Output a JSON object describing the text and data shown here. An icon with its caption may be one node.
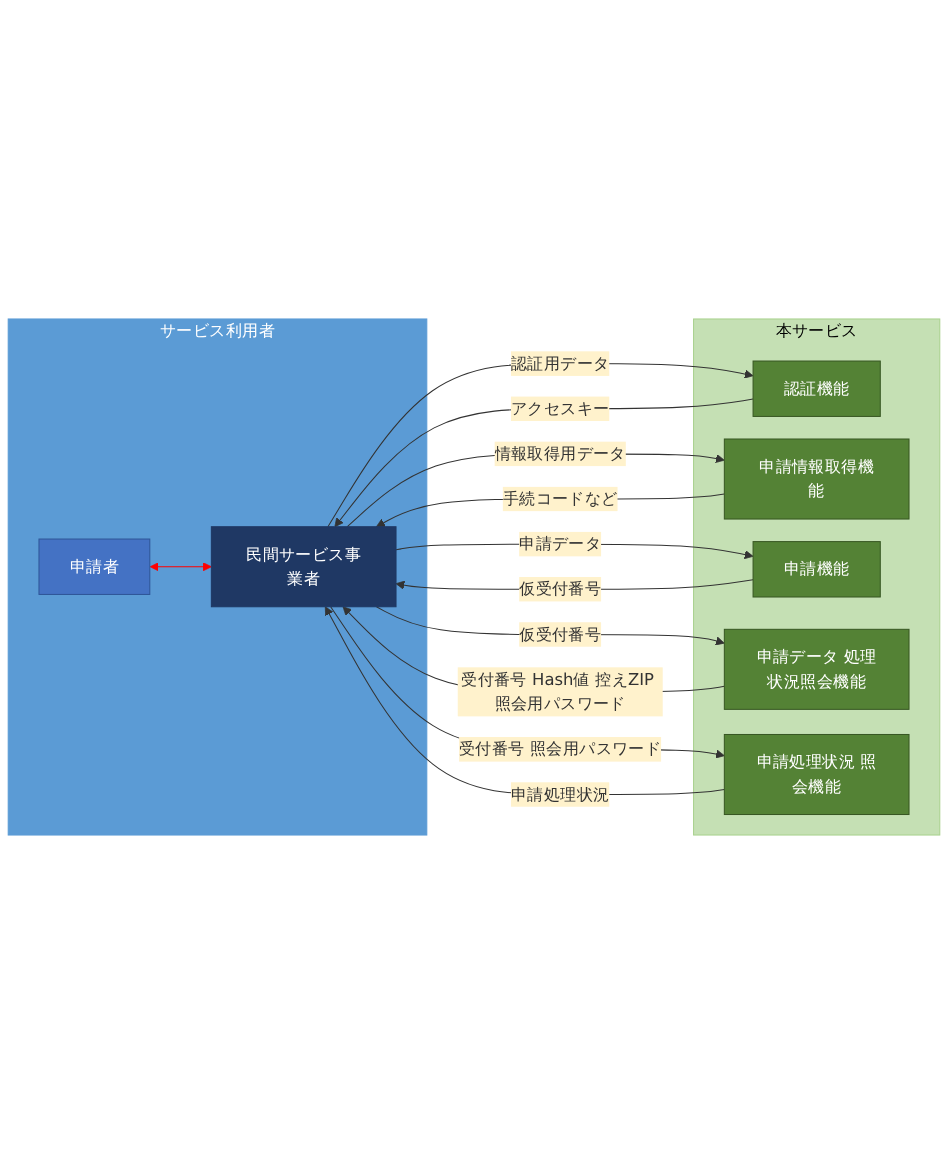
{
  "diagram": {
    "nodes": [
      {
        "text": [
          "サービス利用者"
        ]
      },
      {
        "text": [
          "申請者"
        ],
        "in": 0
      },
      {
        "text": [
          "民間サービス事業者"
        ],
        "in": 0
      },
      {
        "text": [
          "本サービス"
        ]
      },
      {
        "text": [
          "認証機能"
        ],
        "in": 3
      },
      {
        "text": [
          "申請情報取得機能"
        ],
        "in": 3
      },
      {
        "text": [
          "申請機能"
        ],
        "in": 3
      },
      {
        "text": [
          "申請データ 処理状況照会機能"
        ],
        "in": 3
      },
      {
        "text": [
          "申請処理状況 照会機能"
        ],
        "in": 3
      }
    ],
    "edges": [
      {
        "from": 1,
        "to": 2,
        "arrow": "both",
        "color": "#ff0000"
      },
      {
        "from": 2,
        "to": 4,
        "arrow": "to",
        "label": "認証用データ"
      },
      {
        "from": 4,
        "to": 2,
        "arrow": "to",
        "label": "アクセスキー"
      },
      {
        "from": 2,
        "to": 5,
        "arrow": "to",
        "label": "情報取得用データ"
      },
      {
        "from": 5,
        "to": 2,
        "arrow": "to",
        "label": "手続コードなど"
      },
      {
        "from": 2,
        "to": 6,
        "arrow": "to",
        "label": "申請データ"
      },
      {
        "from": 6,
        "to": 2,
        "arrow": "to",
        "label": "仮受付番号"
      },
      {
        "from": 2,
        "to": 7,
        "arrow": "to",
        "label": "仮受付番号"
      },
      {
        "from": 7,
        "to": 2,
        "arrow": "to",
        "label": "受付番号 Hash値 控えZIP 照会用パスワード"
      },
      {
        "from": 2,
        "to": 8,
        "arrow": "to",
        "label": "受付番号 照会用パスワード"
      },
      {
        "from": 8,
        "to": 2,
        "arrow": "to",
        "label": "申請処理状況"
      }
    ]
  }
}
